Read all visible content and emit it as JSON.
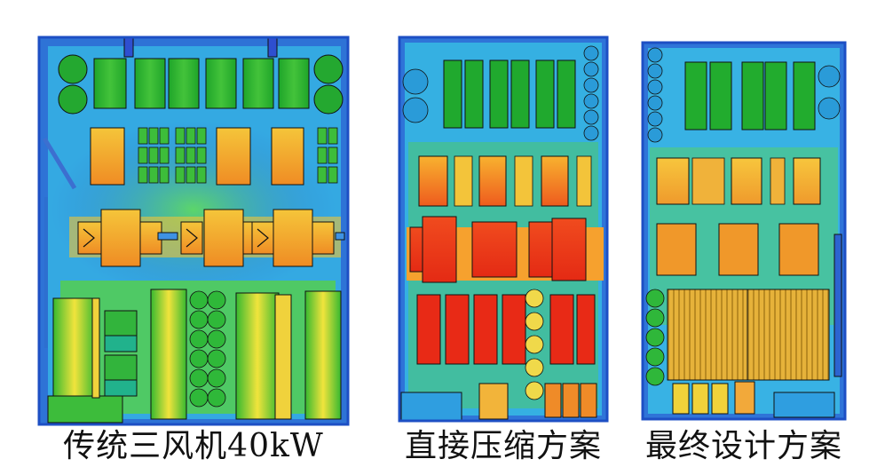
{
  "captions": {
    "traditional": "传统三风机40kW",
    "direct_compression": "直接压缩方案",
    "final_design": "最终设计方案"
  },
  "colors": {
    "background_blue": "#2f76d8",
    "cool_cyan": "#35b9e4",
    "fin_green": "#18b02c",
    "warm_yellow": "#f2e43a",
    "hot_orange": "#f29a2c",
    "very_hot_red": "#ee2a16",
    "outline": "#111111"
  }
}
